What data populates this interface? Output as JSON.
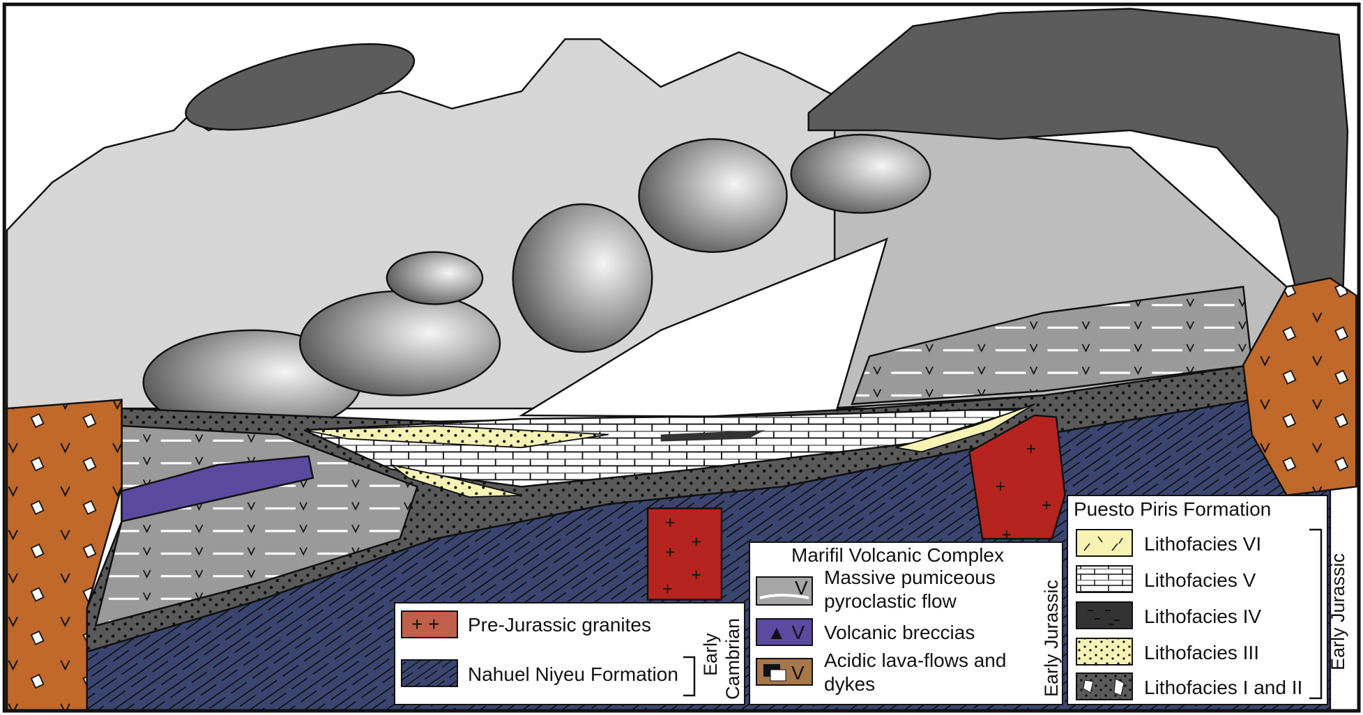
{
  "legends": {
    "basement": {
      "items": [
        {
          "label": "Pre-Jurassic granites",
          "color": "#c0604a"
        },
        {
          "label": "Nahuel Niyeu Formation",
          "color": "#4a5680"
        }
      ],
      "age_line1": "Early",
      "age_line2": "Cambrian"
    },
    "marifil": {
      "title": "Marifil Volcanic Complex",
      "items": [
        {
          "label_line1": "Massive pumiceous",
          "label_line2": "pyroclastic flow",
          "color": "#a6a6a6"
        },
        {
          "label_line1": "Volcanic breccias",
          "color": "#5a4a9a"
        },
        {
          "label_line1": "Acidic lava-flows and",
          "label_line2": "dykes",
          "color": "#a8774a"
        }
      ],
      "age": "Early Jurassic"
    },
    "puesto_piris": {
      "title": "Puesto Piris Formation",
      "items": [
        {
          "label": "Lithofacies VI",
          "color": "#f7f3b5"
        },
        {
          "label": "Lithofacies V",
          "color": "#ffffff"
        },
        {
          "label": "Lithofacies IV",
          "color": "#333333"
        },
        {
          "label": "Lithofacies III",
          "color": "#f7f3b5"
        },
        {
          "label": "Lithofacies I and II",
          "color": "#5a5a5a"
        }
      ],
      "age": "Early Jurassic"
    }
  },
  "colors": {
    "granite_red": "#b5241f",
    "dyke_orange": "#c0692a",
    "basement_blue": "#3b4670",
    "breccia_purple": "#5b4aa0",
    "mountain_gray": "#d6d6d6",
    "cloud_gray": "#5c5c5c"
  }
}
